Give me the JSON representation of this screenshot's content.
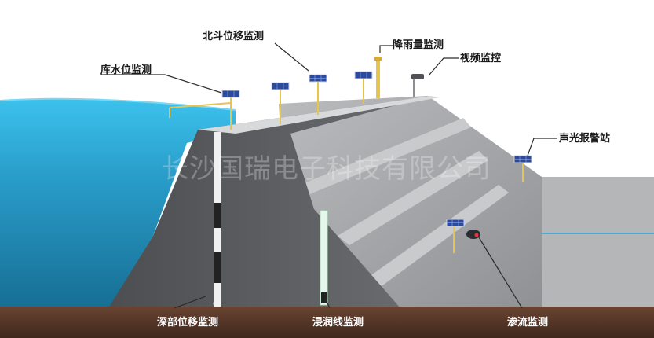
{
  "labels": {
    "reservoir_level": "库水位监测",
    "beidou_displacement": "北斗位移监测",
    "rainfall": "降雨量监测",
    "video": "视频监控",
    "alarm_station": "声光报警站",
    "deep_displacement": "深部位移监测",
    "saturation_line": "浸润线监测",
    "seepage": "渗流监测"
  },
  "watermark": "长沙国瑞电子科技有限公司",
  "colors": {
    "water_surface": "#2bb6e3",
    "water_deep": "#1f7fa6",
    "dam_core": "#585a5d",
    "dam_slope": "#a9abad",
    "ground_right": "#b4b6b8",
    "soil": "#5a3a2a"
  },
  "icons": [
    "solar-panel-icon",
    "rain-gauge-icon",
    "camera-icon",
    "alarm-light-icon",
    "flow-meter-icon"
  ]
}
